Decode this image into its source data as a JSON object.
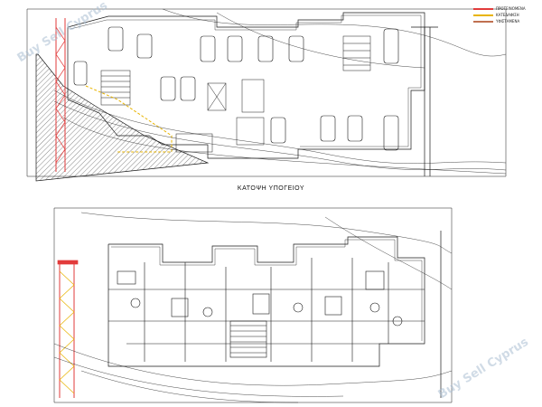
{
  "plan": {
    "basement_title": "ΚΑΤΟΨΗ ΥΠΟΓΕΙΟΥ"
  },
  "legend": {
    "items": [
      {
        "label": "ΠΡΟΤΕΙΝΟΜΕΝΑ",
        "color": "#e23b3b"
      },
      {
        "label": "ΚΑΤΕΔΑΦΙΣΗ",
        "color": "#e8b400"
      },
      {
        "label": "ΥΦΙΣΤΑΜΕΝΑ",
        "color": "#c07050"
      }
    ]
  },
  "watermark": {
    "text": "Buy Sell Cyprus"
  },
  "colors": {
    "line": "#1a1a1a",
    "red": "#e23b3b",
    "yellow": "#e8b400"
  }
}
